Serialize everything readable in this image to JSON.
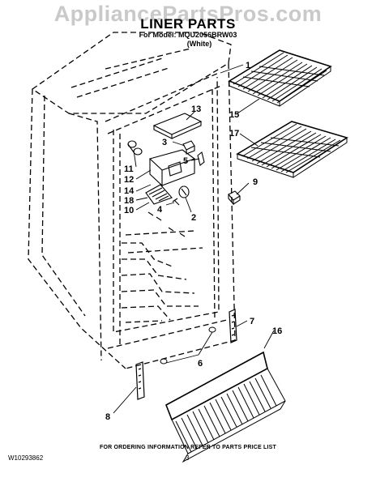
{
  "watermark": "AppliancePartsPros.com",
  "header": {
    "title": "LINER PARTS",
    "model": "For Model: MQU2056BRW03",
    "variant": "(White)"
  },
  "callouts": [
    "1",
    "2",
    "3",
    "4",
    "5",
    "6",
    "7",
    "8",
    "9",
    "10",
    "11",
    "12",
    "13",
    "14",
    "15",
    "16",
    "17",
    "18"
  ],
  "footer": {
    "order_note": "FOR ORDERING INFORMATION REFER TO PARTS PRICE LIST",
    "doc_number": "W10293862",
    "page_number": "3"
  }
}
